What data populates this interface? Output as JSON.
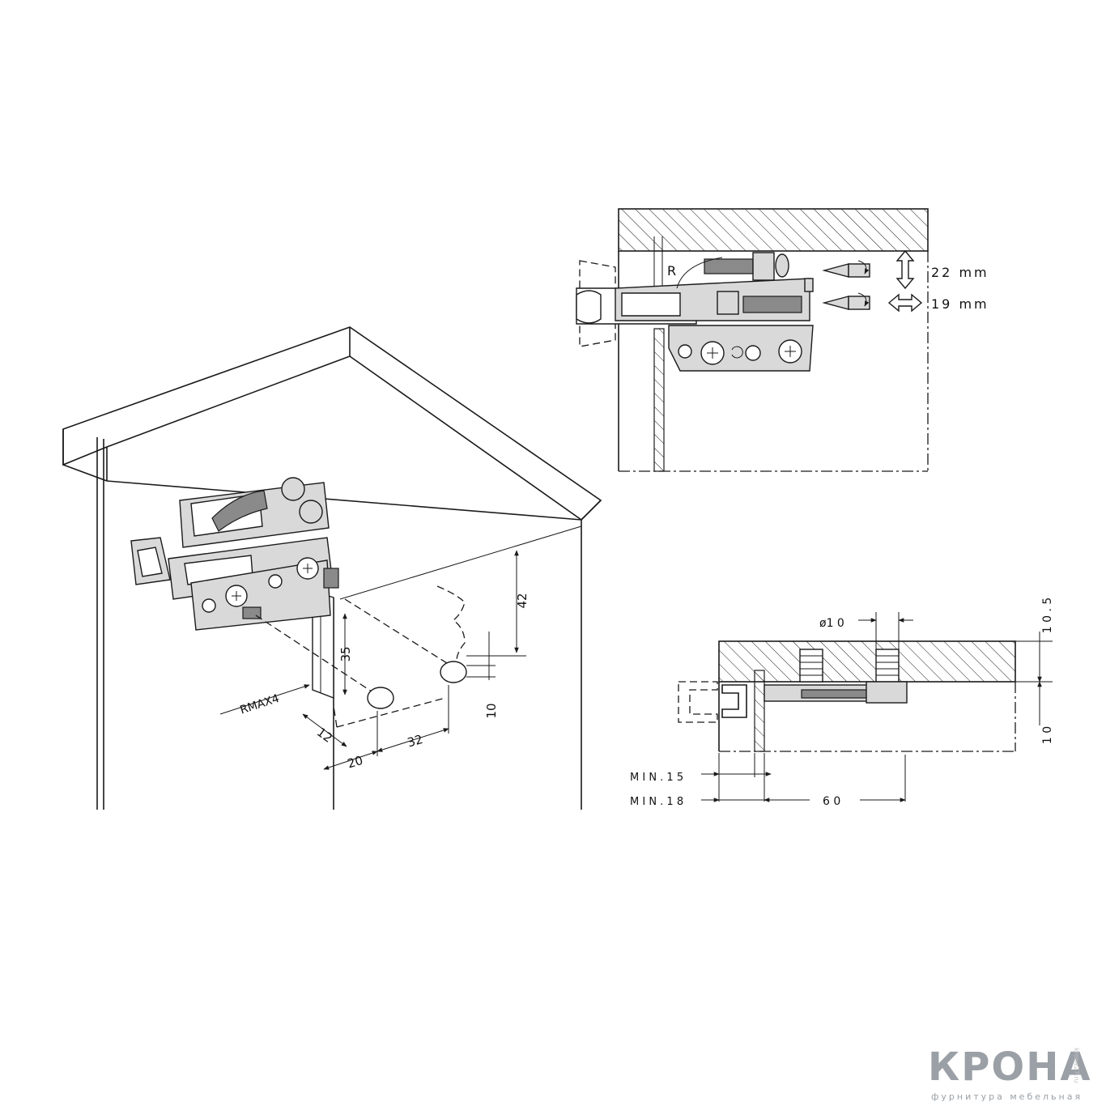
{
  "isometric_view": {
    "dimensions": {
      "d42": "42",
      "d35": "35",
      "d10": "10",
      "r_max": "RMAX4",
      "d12": "12",
      "d20": "20",
      "d32": "32"
    }
  },
  "top_view": {
    "label_r": "R",
    "adjust_vertical": "22 mm",
    "adjust_horizontal": "19 mm"
  },
  "section_view": {
    "diameter": "ø1 0",
    "height_top": "1 0 . 5",
    "height_bottom": "1 0",
    "min_15": "M I N . 1 5",
    "min_18": "M I N . 1 8",
    "d60": "6 0"
  },
  "brand": {
    "logo_text": "КРОНА",
    "tagline": "фурнитура мебельная",
    "side_text": "krona27.ru"
  },
  "colors": {
    "line": "#1a1a1a",
    "logo_accent": "#7fc6a6",
    "logo_gray": "#9aa0a6"
  }
}
